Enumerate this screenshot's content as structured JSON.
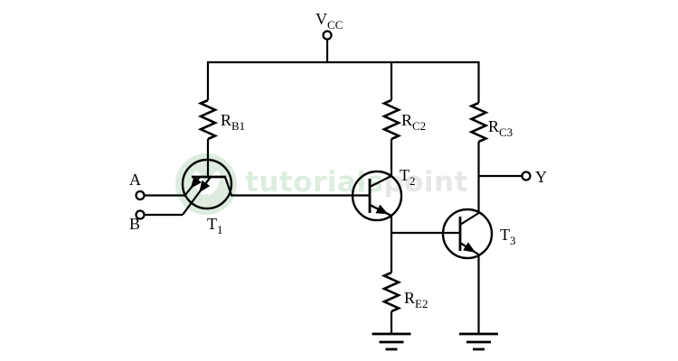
{
  "diagram": {
    "power": {
      "label_main": "V",
      "label_sub": "CC"
    },
    "inputs": [
      {
        "label": "A"
      },
      {
        "label": "B"
      }
    ],
    "output": {
      "label": "Y"
    },
    "resistors": [
      {
        "id": "RB1",
        "label_main": "R",
        "label_sub": "B1"
      },
      {
        "id": "RC2",
        "label_main": "R",
        "label_sub": "C2"
      },
      {
        "id": "RC3",
        "label_main": "R",
        "label_sub": "C3"
      },
      {
        "id": "RE2",
        "label_main": "R",
        "label_sub": "E2"
      }
    ],
    "transistors": [
      {
        "id": "T1",
        "label_main": "T",
        "label_sub": "1"
      },
      {
        "id": "T2",
        "label_main": "T",
        "label_sub": "2"
      },
      {
        "id": "T3",
        "label_main": "T",
        "label_sub": "3"
      }
    ]
  },
  "watermark": {
    "text_green": "tutorials",
    "text_gray": "point"
  },
  "colors": {
    "line": "#000000",
    "background": "#ffffff",
    "watermark_green": "#dceede",
    "watermark_gray": "#e7e7e7",
    "watermark_logo": "#ddecdf"
  }
}
